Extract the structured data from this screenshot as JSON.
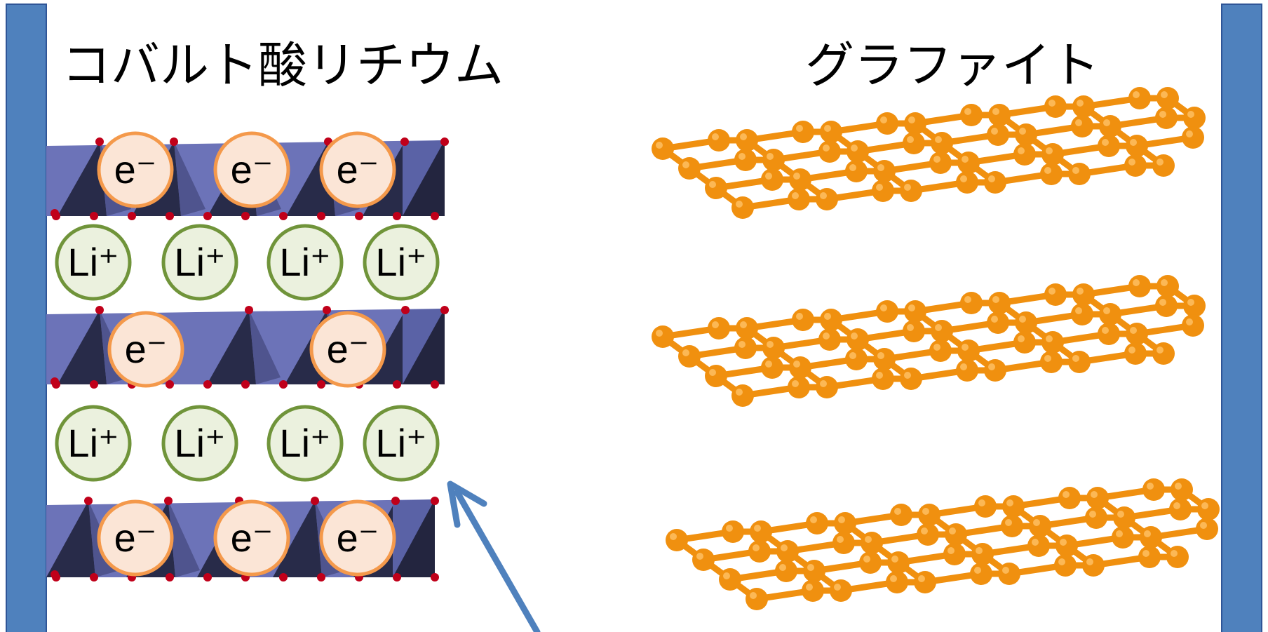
{
  "titles": {
    "left": "コバルト酸リチウム",
    "right": "グラファイト"
  },
  "ion_labels": {
    "electron": "e⁻",
    "lithium": "Li⁺"
  },
  "colors": {
    "electrode": "#4f81bd",
    "electrode_edge": "#2f5597",
    "cobalt_layer": "#6c73b8",
    "cobalt_dark": "#23253f",
    "oxygen": "#c0001a",
    "electron_fill": "#fbe5d6",
    "electron_stroke": "#f4994b",
    "lithium_fill": "#ebf1de",
    "lithium_stroke": "#70943a",
    "graphite": "#f0900f",
    "arrow": "#4f81bd"
  },
  "layers": {
    "cobalt_oxide_layers": 3,
    "lithium_rows": 2,
    "graphite_sheets": 3
  }
}
